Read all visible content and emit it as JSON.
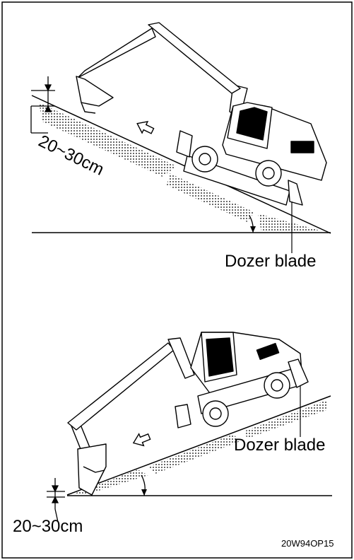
{
  "labels": {
    "dimension_top": "20~30cm",
    "dozer_blade_top": "Dozer blade",
    "dozer_blade_bottom": "Dozer blade",
    "dimension_bottom": "20~30cm",
    "figure_code": "20W94OP15"
  },
  "colors": {
    "ink": "#000000",
    "paper": "#ffffff"
  },
  "icons": [
    "excavator",
    "direction-arrow",
    "dimension-arrow",
    "ground-hatch"
  ]
}
